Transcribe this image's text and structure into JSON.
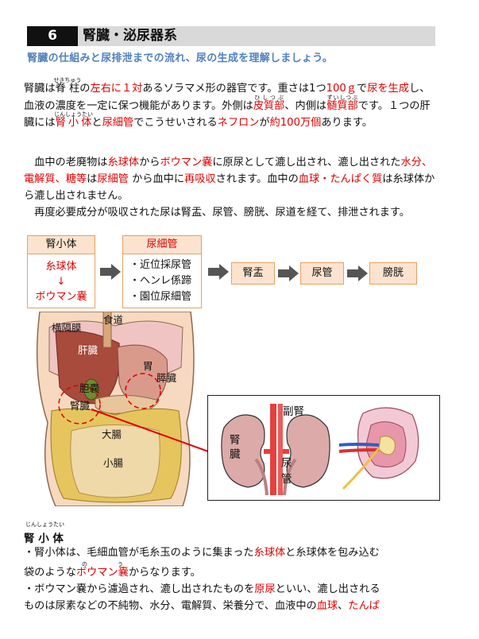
{
  "header": {
    "number": "6",
    "title": "腎臓・泌尿器系"
  },
  "subtitle": "腎臓の仕組みと尿排泄までの流れ、尿の生成を理解しましょう。",
  "para1": {
    "a": "腎臓は",
    "sekichu_kanji": "脊柱",
    "sekichu_ruby": "せきちゅう",
    "b": "の",
    "c_red": "左右に１対",
    "d": "あるソラマメ形の器官です。重さは1つ",
    "e_red": "100ｇ",
    "f": "で",
    "g_red": "尿を生成",
    "h": "し、血液の濃度を一定に保つ機能があります。外側は",
    "hishitsu_kanji": "皮質部",
    "hishitsu_ruby": "ひしつぶ",
    "i": "、内側は",
    "zuishitsu_kanji": "髄質部",
    "zuishitsu_ruby": "ずいしつぶ",
    "j": "です。１つの肝臓には",
    "jinshotai_kanji": "腎小体",
    "jinshotai_ruby": "じんしょうたい",
    "k": "と",
    "l_red": "尿細管",
    "m": "でこうせいされる",
    "n_red": "ネフロン",
    "o": "が",
    "p_red": "約100万個",
    "q": "あります。"
  },
  "para2": {
    "a": "　血中の老廃物は",
    "b_red": "糸球体",
    "c": "から",
    "d_red": "ボウマン嚢",
    "e": "に原尿として漉し出され、漉し出された",
    "f_red": "水分、電解質、糖等",
    "g": "は",
    "h_red": "尿細管",
    "i": " から血中に",
    "j_red": "再吸収",
    "k": "されます。血中の",
    "l_red": "血球・たんぱく質",
    "m": "は糸球体から漉し出されません。"
  },
  "para3": "　再度必要成分が吸収された尿は腎盂、尿管、膀胱、尿道を経て、排泄されます。",
  "flow": {
    "box1": {
      "header": "腎小体",
      "line1": "糸球体",
      "arrow": "↓",
      "line2": "ボウマン嚢"
    },
    "box2": {
      "header": "尿細管",
      "items": [
        "・近位採尿管",
        "・ヘンレ係蹄",
        "・園位尿細管"
      ]
    },
    "box3": "腎盂",
    "box4": "尿管",
    "box5": "膀胱"
  },
  "anatomy": {
    "labels": {
      "shokudo": "食道",
      "okakumaku": "横隔膜",
      "kanzo": "肝臓",
      "i": "胃",
      "suizo": "膵臓",
      "tanno": "胆嚢",
      "jinzo": "腎臓",
      "daicho": "大腸",
      "shocho": "小腸"
    },
    "kidney_labels": {
      "fukujin": "副腎",
      "jinzo": "腎臓",
      "nyokan": "尿管"
    }
  },
  "section2": {
    "title": "腎 小 体",
    "title_ruby": "じんしょうたい",
    "line1_a": "・腎小体は、毛細血管が毛糸玉のように集まった",
    "line1_red": "糸球体",
    "line1_b": "と糸球体を包み込む",
    "line2_a": "袋のような",
    "line2_red": "ボウマン嚢",
    "line2_ruby": "のう",
    "line2_b": "からなります。",
    "line3_a": "・ボウマン嚢から濾過され、漉し出されたものを",
    "line3_red": "原尿",
    "line3_b": "といい、漉し出される",
    "line4_a": "ものは尿素などの不純物、水分、電解質、栄養分で、血液中の",
    "line4_red1": "血球",
    "line4_b": "、",
    "line4_red2": "たんぱ"
  },
  "colors": {
    "accent_red": "#e00000",
    "subtitle_blue": "#4f81bd",
    "box_border": "#e8a060",
    "box_fill": "#fbe3cf"
  }
}
